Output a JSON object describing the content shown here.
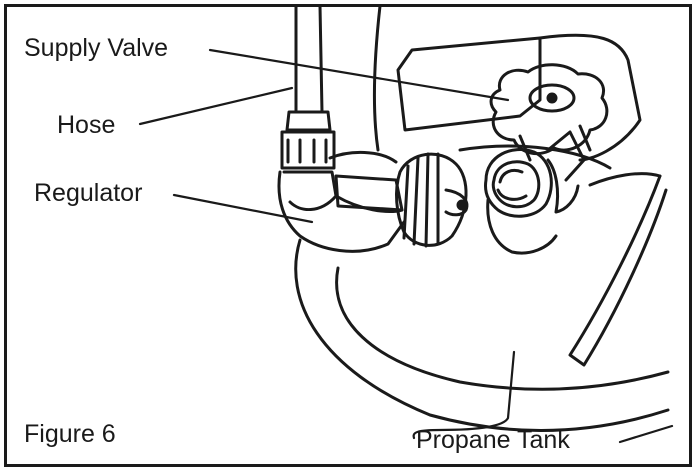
{
  "labels": {
    "supply_valve": "Supply Valve",
    "hose": "Hose",
    "regulator": "Regulator",
    "propane_tank": "Propane Tank"
  },
  "figure_label": "Figure 6",
  "colors": {
    "ink": "#1a1a1a",
    "background": "#ffffff"
  }
}
